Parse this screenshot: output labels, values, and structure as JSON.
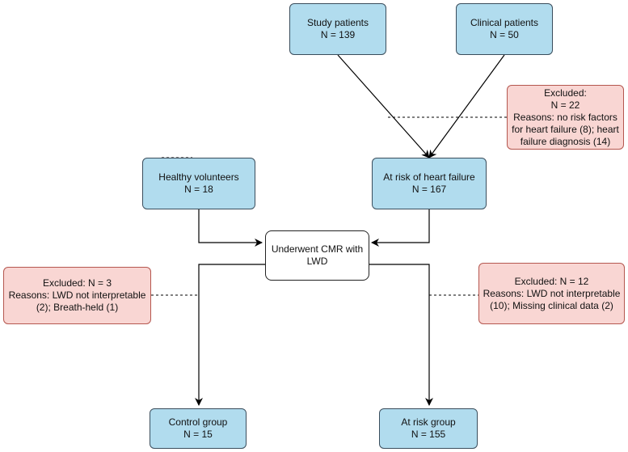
{
  "boxes": {
    "study_patients": {
      "line1": "Study patients",
      "line2": "N = 139"
    },
    "clinical_patients": {
      "line1": "Clinical patients",
      "line2": "N = 50"
    },
    "excluded_top": {
      "lines": [
        "Excluded:",
        "N = 22",
        "Reasons: no risk factors",
        "for heart failure (8); heart",
        "failure diagnosis (14)"
      ]
    },
    "healthy_volunteers": {
      "line1": "Healthy volunteers",
      "line2": "N = 18"
    },
    "at_risk_hf": {
      "line1": "At risk of heart failure",
      "line2": "N = 167"
    },
    "cmr": {
      "line1": "Underwent CMR with",
      "line2": "LWD"
    },
    "excluded_left": {
      "lines": [
        "Excluded: N = 3",
        "Reasons: LWD not interpretable",
        "(2); Breath-held (1)"
      ]
    },
    "excluded_right": {
      "lines": [
        "Excluded: N = 12",
        "Reasons: LWD not interpretable",
        "(10); Missing clinical data (2)"
      ]
    },
    "control_group": {
      "line1": "Control group",
      "line2": "N = 15"
    },
    "at_risk_group": {
      "line1": "At risk group",
      "line2": "N = 155"
    }
  },
  "colors": {
    "process_fill": "#b1dcee",
    "excluded_fill": "#f9d6d3",
    "excluded_border": "#b5574f",
    "connector": "#000000"
  }
}
